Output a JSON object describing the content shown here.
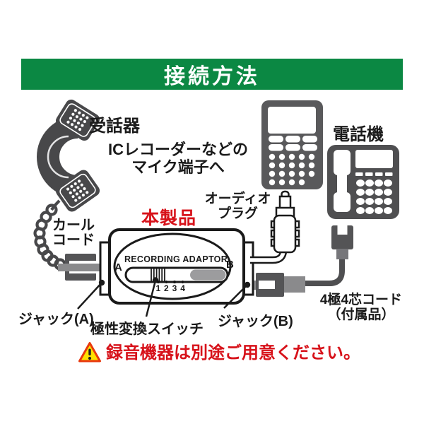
{
  "banner": {
    "title": "接続方法"
  },
  "devices": {
    "handset_label": "受話器",
    "recorder_note_line1": "ICレコーダーなどの",
    "recorder_note_line2": "マイク端子へ",
    "phone_label": "電話機",
    "audio_plug_label_line1": "オーディオ",
    "audio_plug_label_line2": "プラグ",
    "curl_cord_label_line1": "カール",
    "curl_cord_label_line2": "コード",
    "product_label": "本製品",
    "jack_a_label": "ジャック(A)",
    "jack_b_label": "ジャック(B)",
    "polarity_switch_label": "極性変換スイッチ",
    "accessory_cord_line1": "4極4芯コード",
    "accessory_cord_line2": "（付属品）"
  },
  "adaptor": {
    "name": "RECORDING ADAPTOR",
    "side_a": "A",
    "side_b": "B",
    "positions": [
      "1",
      "2",
      "3",
      "4"
    ]
  },
  "warning": {
    "text": "録音機器は別途ご用意ください。"
  },
  "colors": {
    "banner_green": "#0b8843",
    "accent_red": "#d7121a",
    "device_gray": "#4d4d4f",
    "plug_light_gray": "#8a8a8c",
    "switch_gray": "#9c9c9e",
    "warning_yellow": "#ffe100",
    "warning_border": "#e8380d"
  }
}
